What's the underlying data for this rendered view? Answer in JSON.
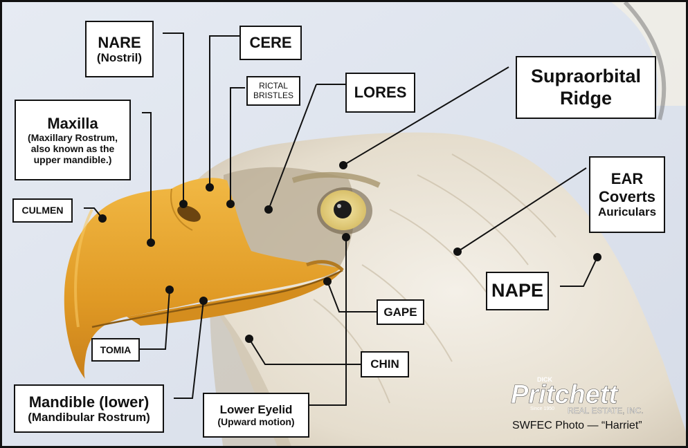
{
  "labels": {
    "nare_title": "NARE",
    "nare_sub": "(Nostril)",
    "cere": "CERE",
    "rictal_line1": "RICTAL",
    "rictal_line2": "BRISTLES",
    "lores": "LORES",
    "supraorbital_line1": "Supraorbital",
    "supraorbital_line2": "Ridge",
    "maxilla_title": "Maxilla",
    "maxilla_sub1": "(Maxillary Rostrum,",
    "maxilla_sub2": "also known as the",
    "maxilla_sub3": "upper mandible.)",
    "culmen": "CULMEN",
    "ear_line1": "EAR",
    "ear_line2": "Coverts",
    "ear_line3": "Auriculars",
    "nape": "NAPE",
    "gape": "GAPE",
    "tomia": "TOMIA",
    "chin": "CHIN",
    "mandible_title": "Mandible (lower)",
    "mandible_sub": "(Mandibular Rostrum)",
    "eyelid_title": "Lower Eyelid",
    "eyelid_sub": "(Upward motion)"
  },
  "logo": {
    "small_top": "DICK",
    "name": "Pritchett",
    "since": "Since 1950",
    "company": "REAL ESTATE, INC."
  },
  "credit": "SWFEC Photo — “Harriet”",
  "colors": {
    "sky": "#dde3ee",
    "beak": "#e4a02c",
    "feather": "#ece6da",
    "label_border": "#111111"
  }
}
